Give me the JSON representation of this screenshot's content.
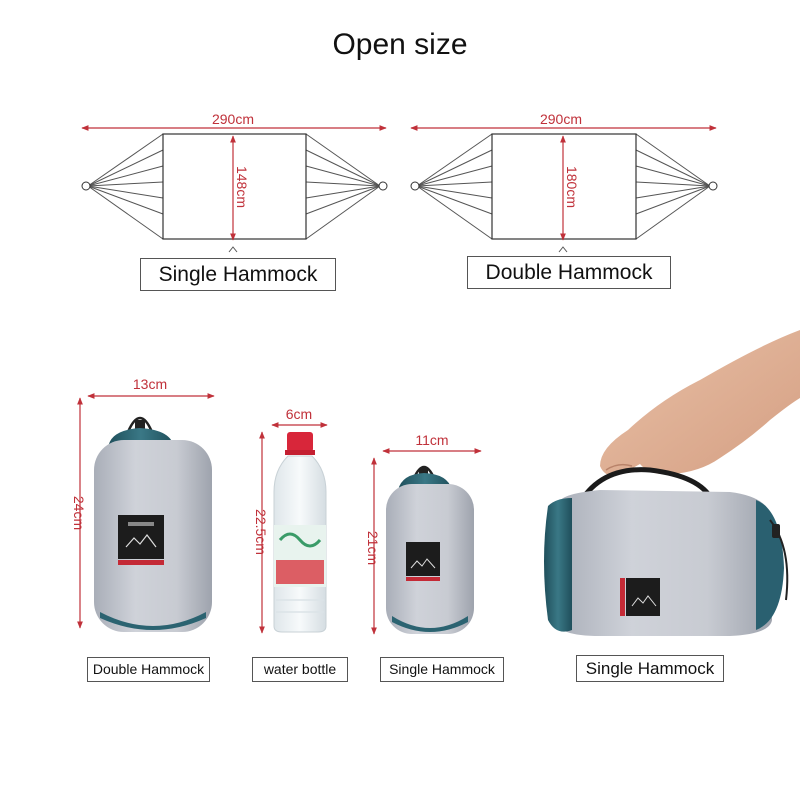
{
  "title": "Open size",
  "open_size": {
    "single": {
      "length": "290cm",
      "width": "148cm",
      "label": "Single Hammock"
    },
    "double": {
      "length": "290cm",
      "width": "180cm",
      "label": "Double Hammock"
    }
  },
  "packed": {
    "double_bag": {
      "width": "13cm",
      "height": "24cm",
      "label": "Double Hammock"
    },
    "bottle": {
      "width": "6cm",
      "height": "22.5cm",
      "label": "water bottle"
    },
    "single_bag": {
      "width": "11cm",
      "height": "21cm",
      "label": "Single Hammock"
    },
    "hand_bag": {
      "label": "Single Hammock"
    }
  },
  "colors": {
    "dimension": "#c0313a",
    "bag_grey": "#c9ccd3",
    "bag_teal": "#2f6a78",
    "bottle_cap": "#d8263a"
  }
}
